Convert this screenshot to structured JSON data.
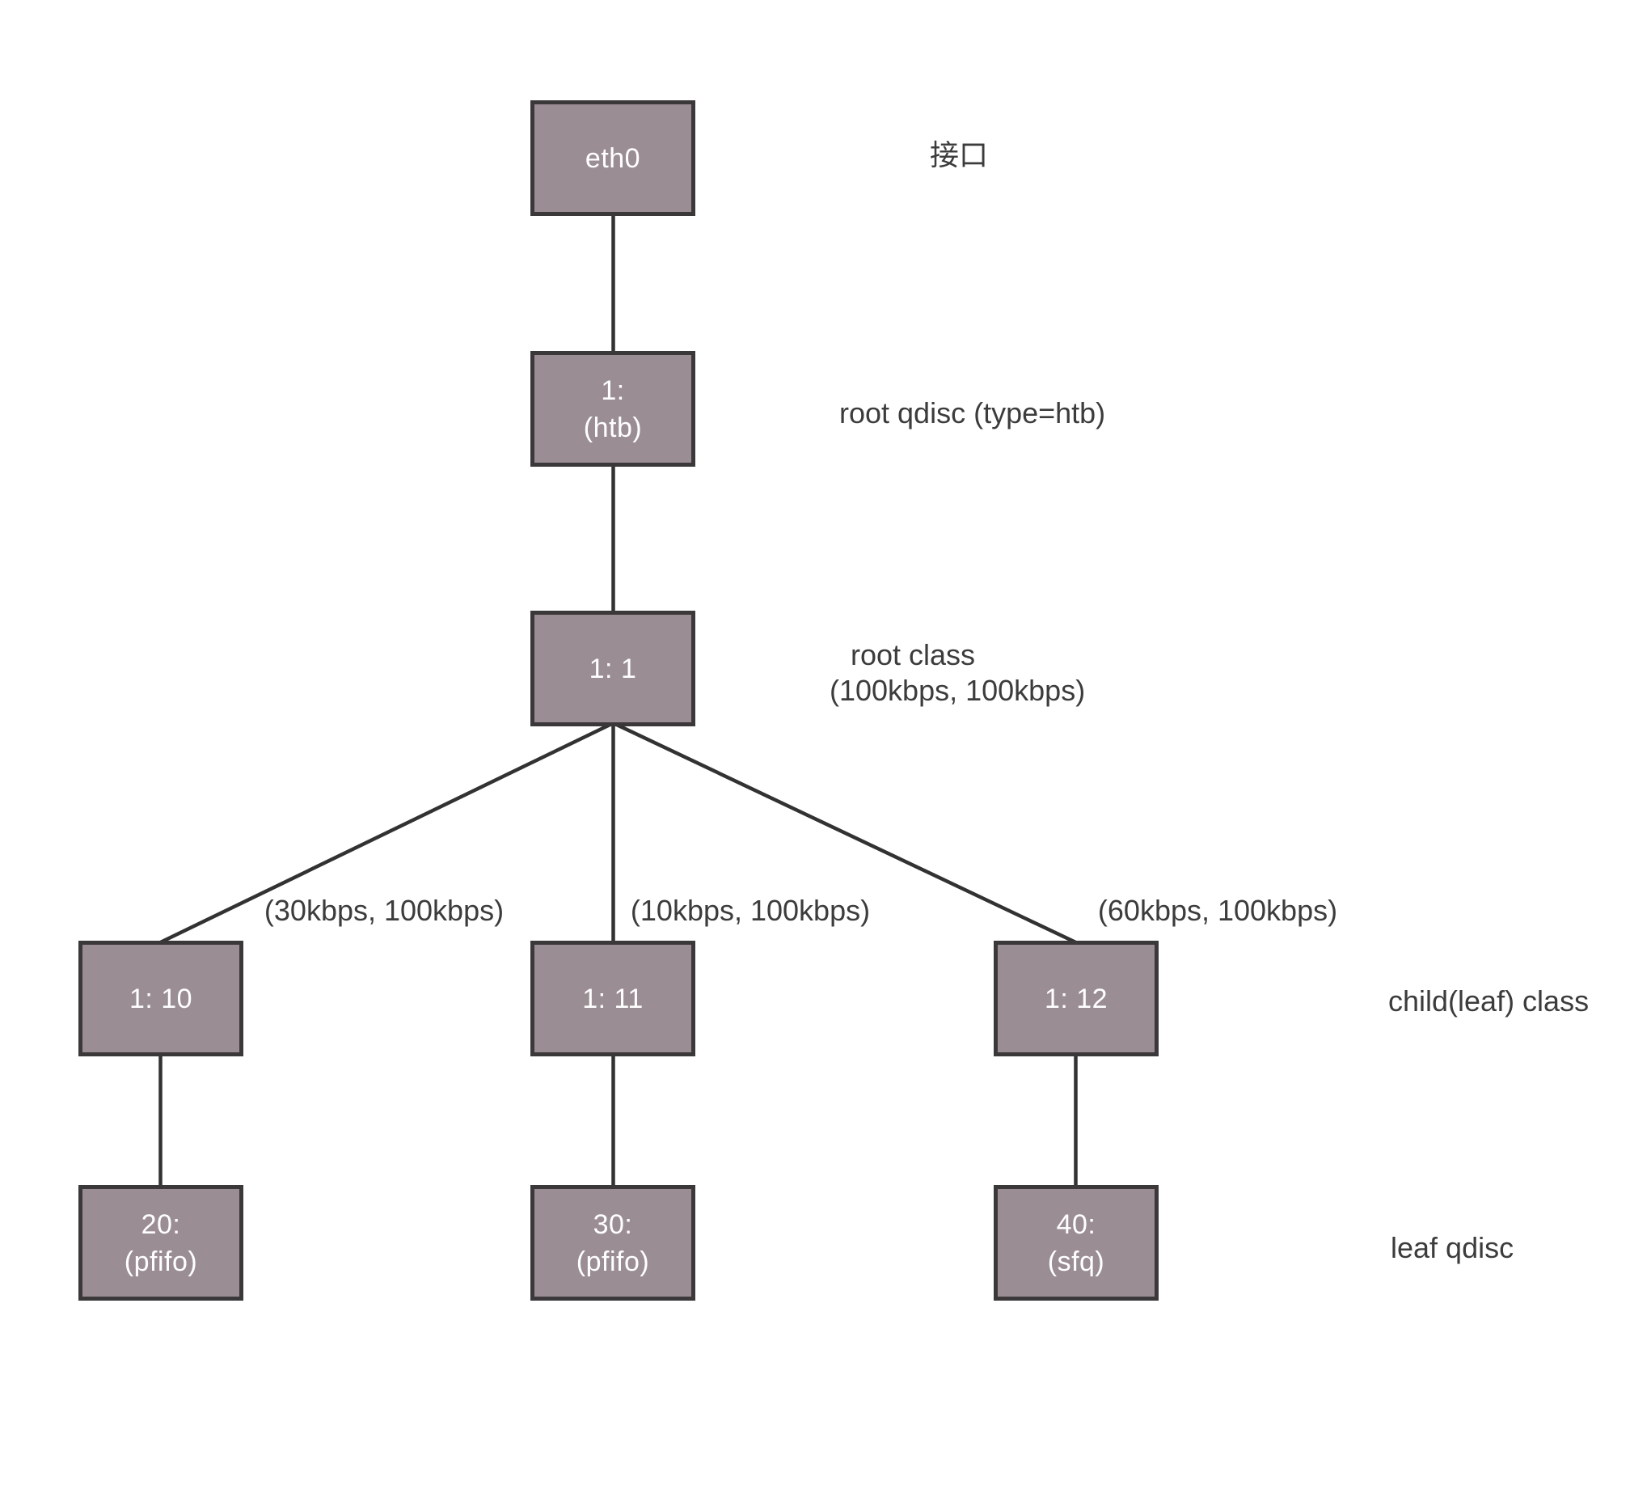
{
  "colors": {
    "background": "#ffffff",
    "node_fill": "#9b8d94",
    "node_border": "#3b383a",
    "edge_line": "#323232",
    "node_text": "#ffffff",
    "annotation_text": "#3c3c3c"
  },
  "nodes": {
    "interface": {
      "line1": "eth0"
    },
    "root_qdisc": {
      "line1": "1:",
      "line2": "(htb)"
    },
    "root_class": {
      "line1": "1: 1"
    },
    "child_class_10": {
      "line1": "1: 10"
    },
    "child_class_11": {
      "line1": "1: 11"
    },
    "child_class_12": {
      "line1": "1: 12"
    },
    "leaf_qdisc_20": {
      "line1": "20:",
      "line2": "(pfifo)"
    },
    "leaf_qdisc_30": {
      "line1": "30:",
      "line2": "(pfifo)"
    },
    "leaf_qdisc_40": {
      "line1": "40:",
      "line2": "(sfq)"
    }
  },
  "edge_labels": {
    "to_class_10": "(30kbps, 100kbps)",
    "to_class_11": "(10kbps, 100kbps)",
    "to_class_12": "(60kbps, 100kbps)"
  },
  "annotations": {
    "interface": "接口",
    "root_qdisc": "root qdisc (type=htb)",
    "root_class_line1": "root class",
    "root_class_line2": "(100kbps, 100kbps)",
    "child_class": "child(leaf) class",
    "leaf_qdisc": "leaf qdisc"
  },
  "edges": [
    {
      "from": "interface",
      "to": "root_qdisc"
    },
    {
      "from": "root_qdisc",
      "to": "root_class"
    },
    {
      "from": "root_class",
      "to": "child_class_10",
      "label": "(30kbps, 100kbps)"
    },
    {
      "from": "root_class",
      "to": "child_class_11",
      "label": "(10kbps, 100kbps)"
    },
    {
      "from": "root_class",
      "to": "child_class_12",
      "label": "(60kbps, 100kbps)"
    },
    {
      "from": "child_class_10",
      "to": "leaf_qdisc_20"
    },
    {
      "from": "child_class_11",
      "to": "leaf_qdisc_30"
    },
    {
      "from": "child_class_12",
      "to": "leaf_qdisc_40"
    }
  ]
}
